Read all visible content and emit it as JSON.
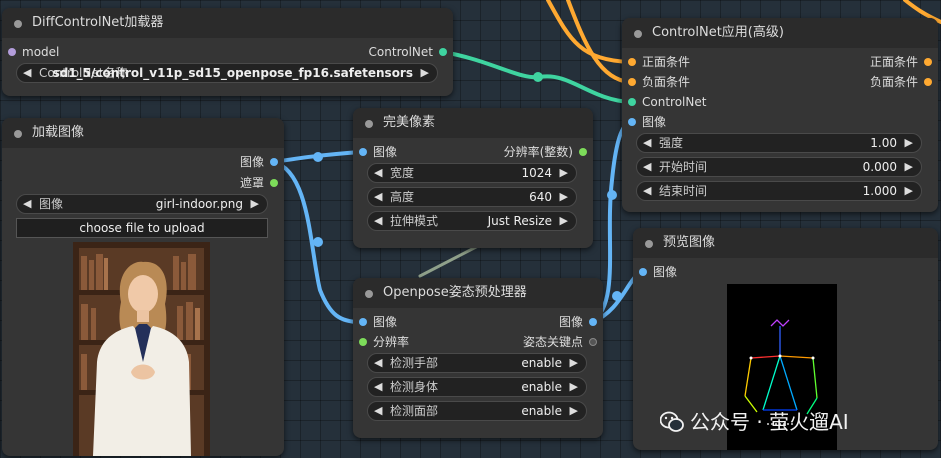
{
  "nodes": {
    "diffcontrolnet": {
      "title": "DiffControlNet加载器",
      "input_model": "model",
      "output": "ControlNet",
      "widget_label": "ControlNet名称",
      "widget_value": "sd1_5/control_v11p_sd15_openpose_fp16.safetensors"
    },
    "load_image": {
      "title": "加载图像",
      "out_image": "图像",
      "out_mask": "遮罩",
      "widget_label": "图像",
      "widget_value": "girl-indoor.png",
      "upload_button": "choose file to upload"
    },
    "perfect_pixel": {
      "title": "完美像素",
      "input_image": "图像",
      "output": "分辨率(整数)",
      "widgets": [
        {
          "label": "宽度",
          "value": "1024"
        },
        {
          "label": "高度",
          "value": "640"
        },
        {
          "label": "拉伸模式",
          "value": "Just Resize"
        }
      ]
    },
    "openpose": {
      "title": "Openpose姿态预处理器",
      "input_image": "图像",
      "input_resolution": "分辨率",
      "out_image": "图像",
      "out_keypoints": "姿态关键点",
      "widgets": [
        {
          "label": "检测手部",
          "value": "enable"
        },
        {
          "label": "检测身体",
          "value": "enable"
        },
        {
          "label": "检测面部",
          "value": "enable"
        }
      ]
    },
    "controlnet_apply": {
      "title": "ControlNet应用(高级)",
      "in_positive": "正面条件",
      "in_negative": "负面条件",
      "in_controlnet": "ControlNet",
      "in_image": "图像",
      "out_positive": "正面条件",
      "out_negative": "负面条件",
      "widgets": [
        {
          "label": "强度",
          "value": "1.00"
        },
        {
          "label": "开始时间",
          "value": "0.000"
        },
        {
          "label": "结束时间",
          "value": "1.000"
        }
      ]
    },
    "preview": {
      "title": "预览图像",
      "input_image": "图像"
    }
  },
  "watermark": "公众号 · 萤火遛AI",
  "colors": {
    "image_link": "#64b5f6",
    "controlnet_link": "#3fd4a0",
    "conditioning_link": "#ffa931",
    "model_slot": "#b39ddb",
    "int_slot": "#7ddc5a",
    "keypoint_slot": "#555555"
  }
}
